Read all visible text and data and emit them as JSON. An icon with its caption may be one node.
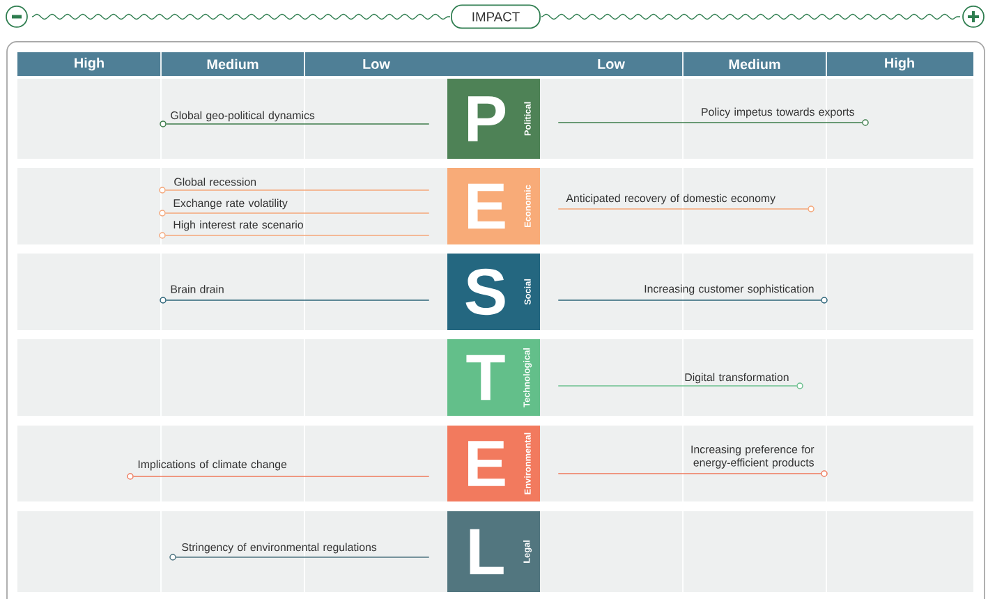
{
  "diagram": {
    "nodes": [
      {
        "text": [
          "IMPACT"
        ]
      },
      {
        "text": [
          "P",
          "Political"
        ]
      },
      {
        "text": [
          "E",
          "Economic"
        ]
      },
      {
        "text": [
          "S",
          "Social"
        ]
      },
      {
        "text": [
          "T",
          "Technological"
        ]
      },
      {
        "text": [
          "E",
          "Environmental"
        ]
      },
      {
        "text": [
          "L",
          "Legal"
        ]
      },
      {
        "text": [],
        "shape": "circle"
      },
      {
        "text": [],
        "shape": "circle"
      },
      {
        "text": [],
        "shape": "circle"
      },
      {
        "text": [],
        "shape": "circle"
      },
      {
        "text": [],
        "shape": "circle"
      },
      {
        "text": [],
        "shape": "circle"
      },
      {
        "text": [],
        "shape": "circle"
      },
      {
        "text": [],
        "shape": "circle"
      },
      {
        "text": [],
        "shape": "circle"
      },
      {
        "text": [],
        "shape": "circle"
      },
      {
        "text": [],
        "shape": "circle"
      },
      {
        "text": [],
        "shape": "circle"
      }
    ],
    "edges": [
      {
        "from": 1,
        "to": 7,
        "arrow": "none",
        "label": "Global geo-political dynamics",
        "color": "#3d7d4b"
      },
      {
        "from": 1,
        "to": 8,
        "arrow": "none",
        "label": "Policy impetus towards exports",
        "color": "#3d7d4b"
      },
      {
        "from": 2,
        "to": 9,
        "arrow": "none",
        "label": "Global recession",
        "color": "#f4a77a"
      },
      {
        "from": 2,
        "to": 10,
        "arrow": "none",
        "label": "Anticipated recovery of domestic economy",
        "color": "#f4a77a"
      },
      {
        "from": 2,
        "to": 11,
        "arrow": "none",
        "label": "Exchange rate volatility",
        "color": "#f4a77a"
      },
      {
        "from": 2,
        "to": 12,
        "arrow": "none",
        "label": "High interest rate scenario",
        "color": "#f4a77a"
      },
      {
        "from": 3,
        "to": 13,
        "arrow": "none",
        "label": "Brain drain",
        "color": "#2b6479"
      },
      {
        "from": 3,
        "to": 14,
        "arrow": "none",
        "label": "Increasing customer sophistication",
        "color": "#2b6479"
      },
      {
        "from": 4,
        "to": 15,
        "arrow": "none",
        "label": "Digital transformation",
        "color": "#6cc08f"
      },
      {
        "from": 5,
        "to": 16,
        "arrow": "none",
        "label": "Implications of climate change",
        "color": "#ef7a5c"
      },
      {
        "from": 5,
        "to": 17,
        "arrow": "none",
        "label": "Increasing preference for energy-efficient products",
        "color": "#ef7a5c"
      },
      {
        "from": 6,
        "to": 18,
        "arrow": "none",
        "label": "Stringency of environmental regulations",
        "color": "#4e7480"
      }
    ],
    "labels": [
      "High",
      "Medium",
      "Low",
      "Low",
      "Medium",
      "High"
    ]
  }
}
